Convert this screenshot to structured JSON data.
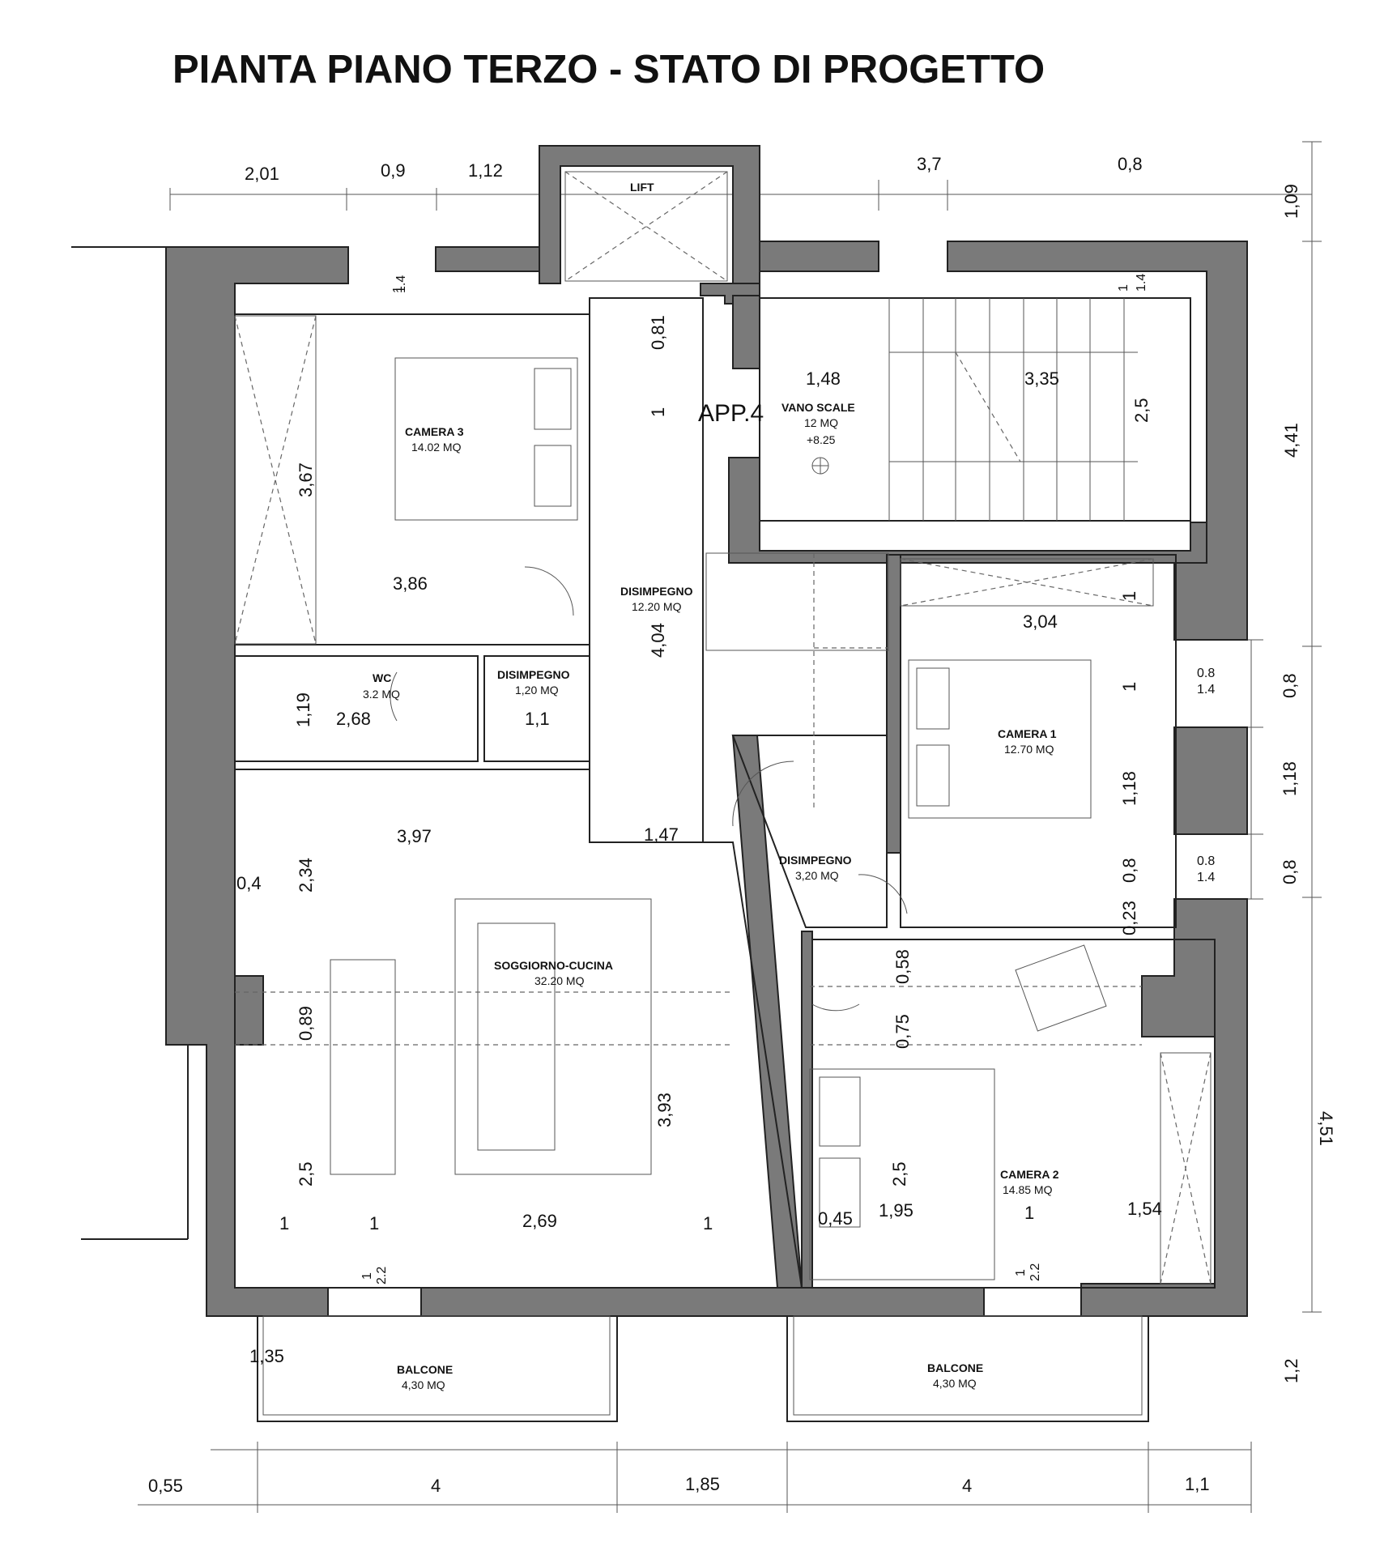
{
  "title": "PIANTA PIANO TERZO - STATO DI PROGETTO",
  "apartment_label": "APP.4",
  "rooms": {
    "lift": {
      "name": "LIFT"
    },
    "vano_scale": {
      "name": "VANO SCALE",
      "area": "12 MQ",
      "level": "+8.25"
    },
    "camera3": {
      "name": "CAMERA 3",
      "area": "14.02 MQ"
    },
    "disimpegno_main": {
      "name": "DISIMPEGNO",
      "area": "12.20 MQ"
    },
    "wc": {
      "name": "WC",
      "area": "3.2 MQ"
    },
    "disimpegno_small": {
      "name": "DISIMPEGNO",
      "area": "1,20 MQ"
    },
    "camera1": {
      "name": "CAMERA 1",
      "area": "12.70 MQ"
    },
    "disimpegno_east": {
      "name": "DISIMPEGNO",
      "area": "3,20 MQ"
    },
    "soggiorno": {
      "name": "SOGGIORNO-CUCINA",
      "area": "32.20 MQ"
    },
    "camera2": {
      "name": "CAMERA 2",
      "area": "14.85 MQ"
    },
    "balcone_w": {
      "name": "BALCONE",
      "area": "4,30 MQ"
    },
    "balcone_e": {
      "name": "BALCONE",
      "area": "4,30 MQ"
    }
  },
  "dimensions": {
    "top": [
      "2,01",
      "0,9",
      "1,12",
      "3,7",
      "0,8"
    ],
    "right": [
      "1,09",
      "4,41",
      "4,51",
      "1,2"
    ],
    "right_windows": [
      "0,8",
      "1,18",
      "0,8"
    ],
    "bottom": [
      "0,55",
      "4",
      "1,85",
      "4",
      "1,1"
    ],
    "window_top_left": [
      "1",
      "1.4"
    ],
    "window_top_right": [
      "1",
      "1.4"
    ],
    "window_east_1": [
      "0.8",
      "1.4"
    ],
    "window_east_2": [
      "0.8",
      "1.4"
    ],
    "window_bottom_left": [
      "1",
      "2.2"
    ],
    "window_bottom_right": [
      "1",
      "2.2"
    ],
    "disimpegno_door": "0,81",
    "disimpegno_1": "1",
    "stair_1_48": "1,48",
    "stair_3_35": "3,35",
    "stair_2_5": "2,5",
    "cam3_3_67": "3,67",
    "cam3_3_86": "3,86",
    "disimpegno_4_04": "4,04",
    "wc_1_19": "1,19",
    "wc_2_68": "2,68",
    "dis_1_1": "1,1",
    "cam1_3_04": "3,04",
    "cam1_1a": "1",
    "cam1_1b": "1",
    "cam1_1_18": "1,18",
    "cam1_0_8": "0,8",
    "cam1_0_23": "0,23",
    "sog_3_97": "3,97",
    "sog_1_47": "1,47",
    "sog_2_34": "2,34",
    "sog_0_4": "0,4",
    "sog_0_89": "0,89",
    "sog_3_93": "3,93",
    "sog_2_5": "2,5",
    "sog_1a": "1",
    "sog_1b": "1",
    "sog_2_69": "2,69",
    "sog_1c": "1",
    "cam2_0_58": "0,58",
    "cam2_0_75": "0,75",
    "cam2_2_5": "2,5",
    "cam2_0_45": "0,45",
    "cam2_1_95": "1,95",
    "cam2_1": "1",
    "cam2_1_54": "1,54",
    "balc_1_35": "1,35"
  }
}
